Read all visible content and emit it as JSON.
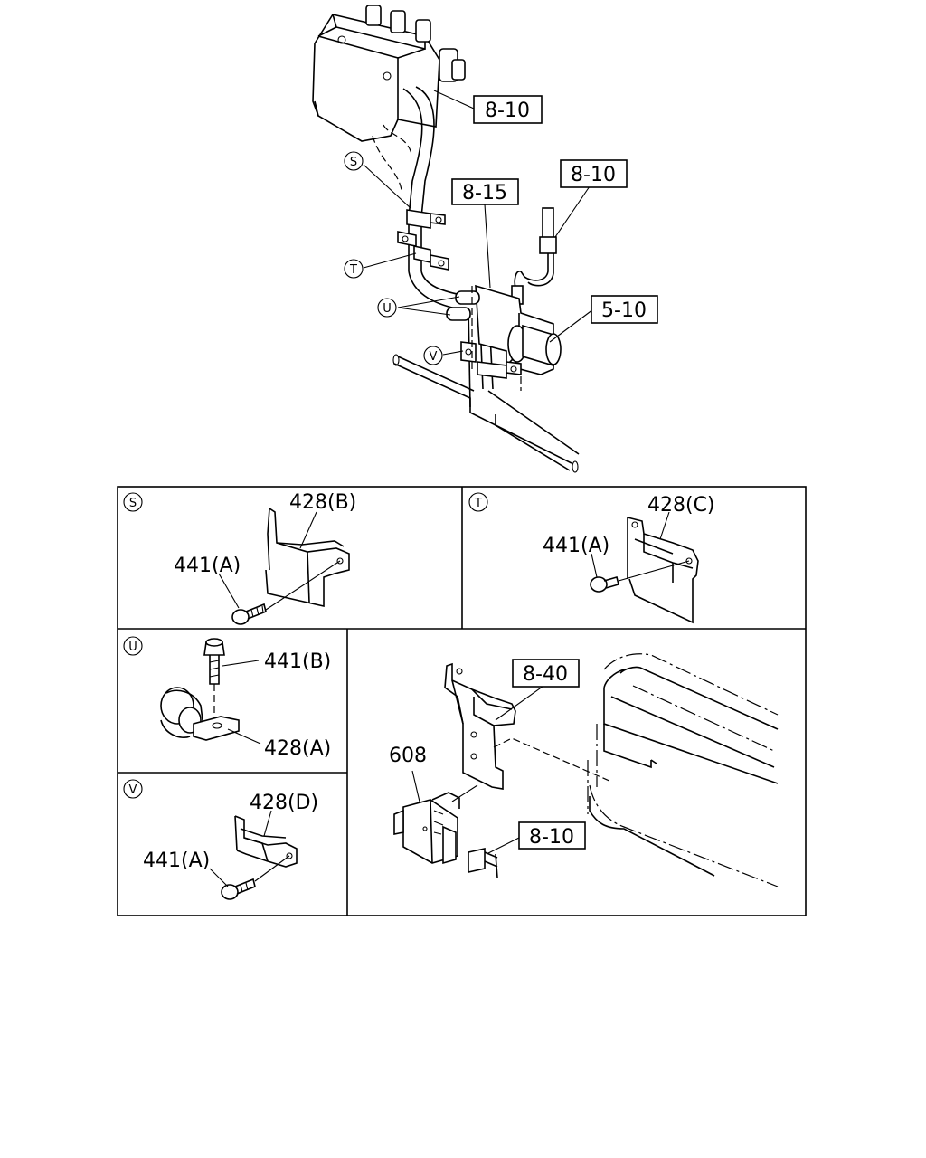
{
  "refs": {
    "r1": "8-10",
    "r2": "8-10",
    "r3": "8-15",
    "r4": "5-10",
    "r5": "8-40",
    "r6": "8-10"
  },
  "markers": {
    "s": "S",
    "t": "T",
    "u": "U",
    "v": "V"
  },
  "panels": {
    "s": {
      "marker": "S",
      "bracket": "428(B)",
      "bolt": "441(A)"
    },
    "t": {
      "marker": "T",
      "bracket": "428(C)",
      "bolt": "441(A)"
    },
    "u": {
      "marker": "U",
      "bracket": "428(A)",
      "bolt": "441(B)"
    },
    "v": {
      "marker": "V",
      "bracket": "428(D)",
      "bolt": "441(A)"
    },
    "main": {
      "sensor": "608"
    }
  }
}
